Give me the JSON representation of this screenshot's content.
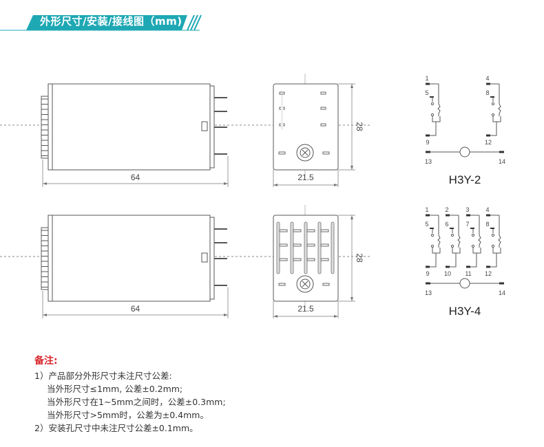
{
  "header": {
    "title": "外形尺寸/安装/接线图（mm)",
    "color": "#1ea8b4"
  },
  "drawings": {
    "length": "64",
    "width": "21.5",
    "height": "28",
    "models": [
      {
        "name": "H3Y-2",
        "top_pins": [
          "1",
          "4"
        ],
        "mid_pins": [
          "5",
          "8"
        ],
        "bottom_pins": [
          "9",
          "12"
        ],
        "coil_pins": [
          "13",
          "14"
        ]
      },
      {
        "name": "H3Y-4",
        "top_pins": [
          "1",
          "2",
          "3",
          "4"
        ],
        "mid_pins": [
          "5",
          "6",
          "7",
          "8"
        ],
        "bottom_pins": [
          "9",
          "10",
          "11",
          "12"
        ],
        "coil_pins": [
          "13",
          "14"
        ]
      }
    ]
  },
  "notes": {
    "title": "备注:",
    "lines": [
      "1）产品部分外形尺寸未注尺寸公差:",
      "当外形尺寸≤1mm, 公差±0.2mm;",
      "当外形尺寸在1~5mm之间时，公差±0.3mm;",
      "当外形尺寸>5mm时，公差为±0.4mm。",
      "2）安装孔尺寸中未注尺寸公差±0.1mm。"
    ]
  }
}
